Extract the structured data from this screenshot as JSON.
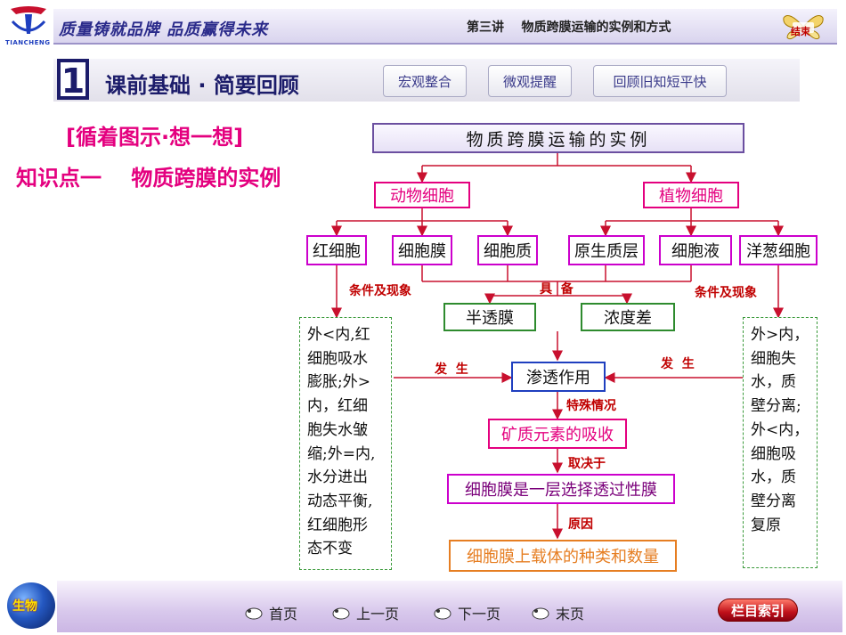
{
  "header": {
    "logo_text": "TIANCHENG",
    "slogan": "质量铸就品牌  品质赢得未来",
    "lesson_title": "第三讲    物质跨膜运输的实例和方式",
    "end_button": "结束"
  },
  "section": {
    "number": "1",
    "title": "课前基础 · 简要回顾",
    "tabs": [
      "宏观整合",
      "微观提醒",
      "回顾旧知短平快"
    ]
  },
  "left": {
    "heading": "[循着图示·想一想]",
    "topic": "知识点一    物质跨膜的实例"
  },
  "diagram": {
    "root": "物质跨膜运输的实例",
    "animal": "动物细胞",
    "plant": "植物细胞",
    "animal_children": [
      "红细胞",
      "细胞膜",
      "细胞质"
    ],
    "plant_children": [
      "原生质层",
      "细胞液",
      "洋葱细胞"
    ],
    "label_condition_left": "条件及现象",
    "label_condition_right": "条件及现象",
    "label_have": "具  备",
    "semi": "半透膜",
    "conc": "浓度差",
    "label_occur_left": "发  生",
    "label_occur_right": "发  生",
    "osmosis": "渗透作用",
    "label_special": "特殊情况",
    "mineral": "矿质元素的吸收",
    "label_decide": "取决于",
    "selective": "细胞膜是一层选择透过性膜",
    "label_reason": "原因",
    "carrier": "细胞膜上载体的种类和数量",
    "left_note": [
      "外<内,红",
      "细胞吸水",
      "膨胀;外>",
      "内，红细",
      "胞失水皱",
      "缩;外=内,",
      "水分进出",
      "动态平衡,",
      "红细胞形",
      "态不变"
    ],
    "right_note": [
      "外>内，",
      "细胞失",
      "水，质",
      "壁分离;",
      "外<内，",
      "细胞吸",
      "水，质",
      "壁分离",
      "复原"
    ]
  },
  "footer": {
    "subject": "生物",
    "first": "首页",
    "prev": "上一页",
    "next": "下一页",
    "last": "末页",
    "index": "栏目索引"
  },
  "colors": {
    "root_border": "#6b4fa0",
    "pink": "#e4007f",
    "magenta": "#cc00cc",
    "green": "#2e8b2e",
    "blue": "#1f3fbf",
    "orange": "#e67e22",
    "red_label": "#c00000"
  }
}
